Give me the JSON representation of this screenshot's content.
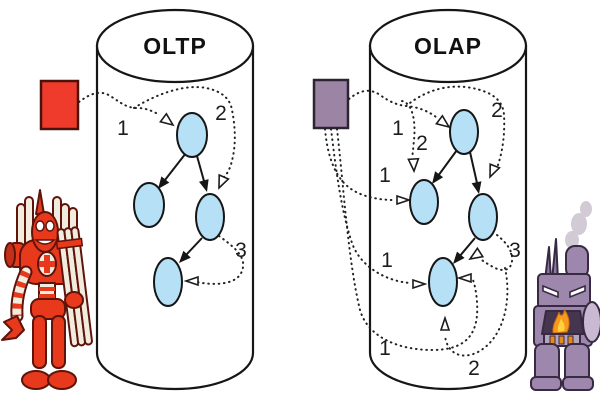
{
  "oltp": {
    "title": "OLTP",
    "steps": [
      {
        "text": "1"
      },
      {
        "text": "2"
      },
      {
        "text": "3"
      }
    ]
  },
  "olap": {
    "title": "OLAP",
    "steps": [
      {
        "text": "1"
      },
      {
        "text": "2"
      },
      {
        "text": "2"
      },
      {
        "text": "1"
      },
      {
        "text": "1"
      },
      {
        "text": "3"
      },
      {
        "text": "1"
      },
      {
        "text": "2"
      }
    ]
  },
  "colors": {
    "background": "#ffffff",
    "cylinder_fill": "#ffffff",
    "outline": "#161616",
    "tree_node_fill": "#b5e0f5",
    "oltp_square_fill": "#ee3b2b",
    "oltp_square_border": "#4a120b",
    "olap_square_fill": "#9b84a4",
    "olap_square_border": "#2c2430",
    "oltp_robot_red": "#e8391c",
    "olap_robot_purple": "#9e87ac",
    "furnace_fire_orange": "#f7991c",
    "furnace_fire_yellow": "#ffd23e",
    "smoke_gray": "#d2cbd6"
  }
}
